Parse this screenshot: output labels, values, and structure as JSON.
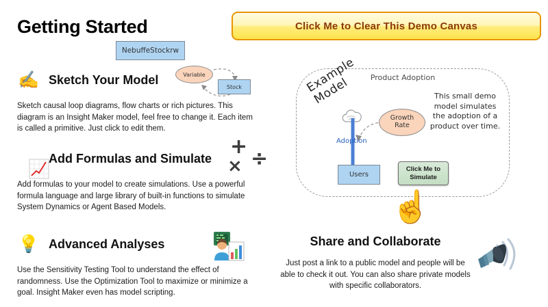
{
  "page": {
    "title": "Getting Started"
  },
  "toolbar": {
    "clear_button_label": "Click Me to Clear This Demo Canvas"
  },
  "sketch_primitives": {
    "free_stock_label": "NebuffeStockrw",
    "variable_label": "Variable",
    "stock_label": "Stock"
  },
  "sections": [
    {
      "id": "sketch",
      "icon": "writing-hand-icon",
      "icon_glyph": "✍️",
      "title": "Sketch Your Model",
      "body": "Sketch causal loop diagrams, flow charts or rich pictures. This diagram is an Insight Maker model, feel free to change it. Each item is called a primitive. Just click to edit them."
    },
    {
      "id": "formulas",
      "icon": "line-chart-icon",
      "title": "Add Formulas and Simulate",
      "body": "Add formulas to your model to create simulations. Use a powerful formula language and large library of built-in functions to simulate System Dynamics or Agent Based Models."
    },
    {
      "id": "advanced",
      "icon": "lightbulb-icon",
      "icon_glyph": "💡",
      "title": "Advanced Analyses",
      "body": "Use the Sensitivity Testing Tool to understand the effect of randomness. Use the Optimization Tool to maximize or minimize a goal. Insight Maker even has model scripting."
    }
  ],
  "math_symbols": {
    "plus": "+",
    "divide": "÷",
    "times": "×"
  },
  "demo_model": {
    "panel_title": "Product Adoption",
    "watermark": "Example Model",
    "note": "This small demo model simulates the adoption of a product over time.",
    "flow_label": "Adoption",
    "growth_rate_line1": "Growth",
    "growth_rate_line2": "Rate",
    "stock_label": "Users",
    "simulate_button_line1": "Click Me to",
    "simulate_button_line2": "Simulate",
    "pointer_glyph": "☝️"
  },
  "share": {
    "title": "Share and Collaborate",
    "body": "Just post a link to a public model and people will be able to check it out. You can also share private models with specific collaborators.",
    "icon": "megaphone-icon"
  },
  "colors": {
    "stock_fill": "#aed4f2",
    "stock_border": "#7a8794",
    "variable_fill": "#fad4bb",
    "flow_blue": "#2a62bd",
    "button_yellow": "#ffe44d",
    "button_border_orange": "#e79400",
    "button_text_brown": "#8b3a0a",
    "simulate_green": "#c3dec3"
  }
}
